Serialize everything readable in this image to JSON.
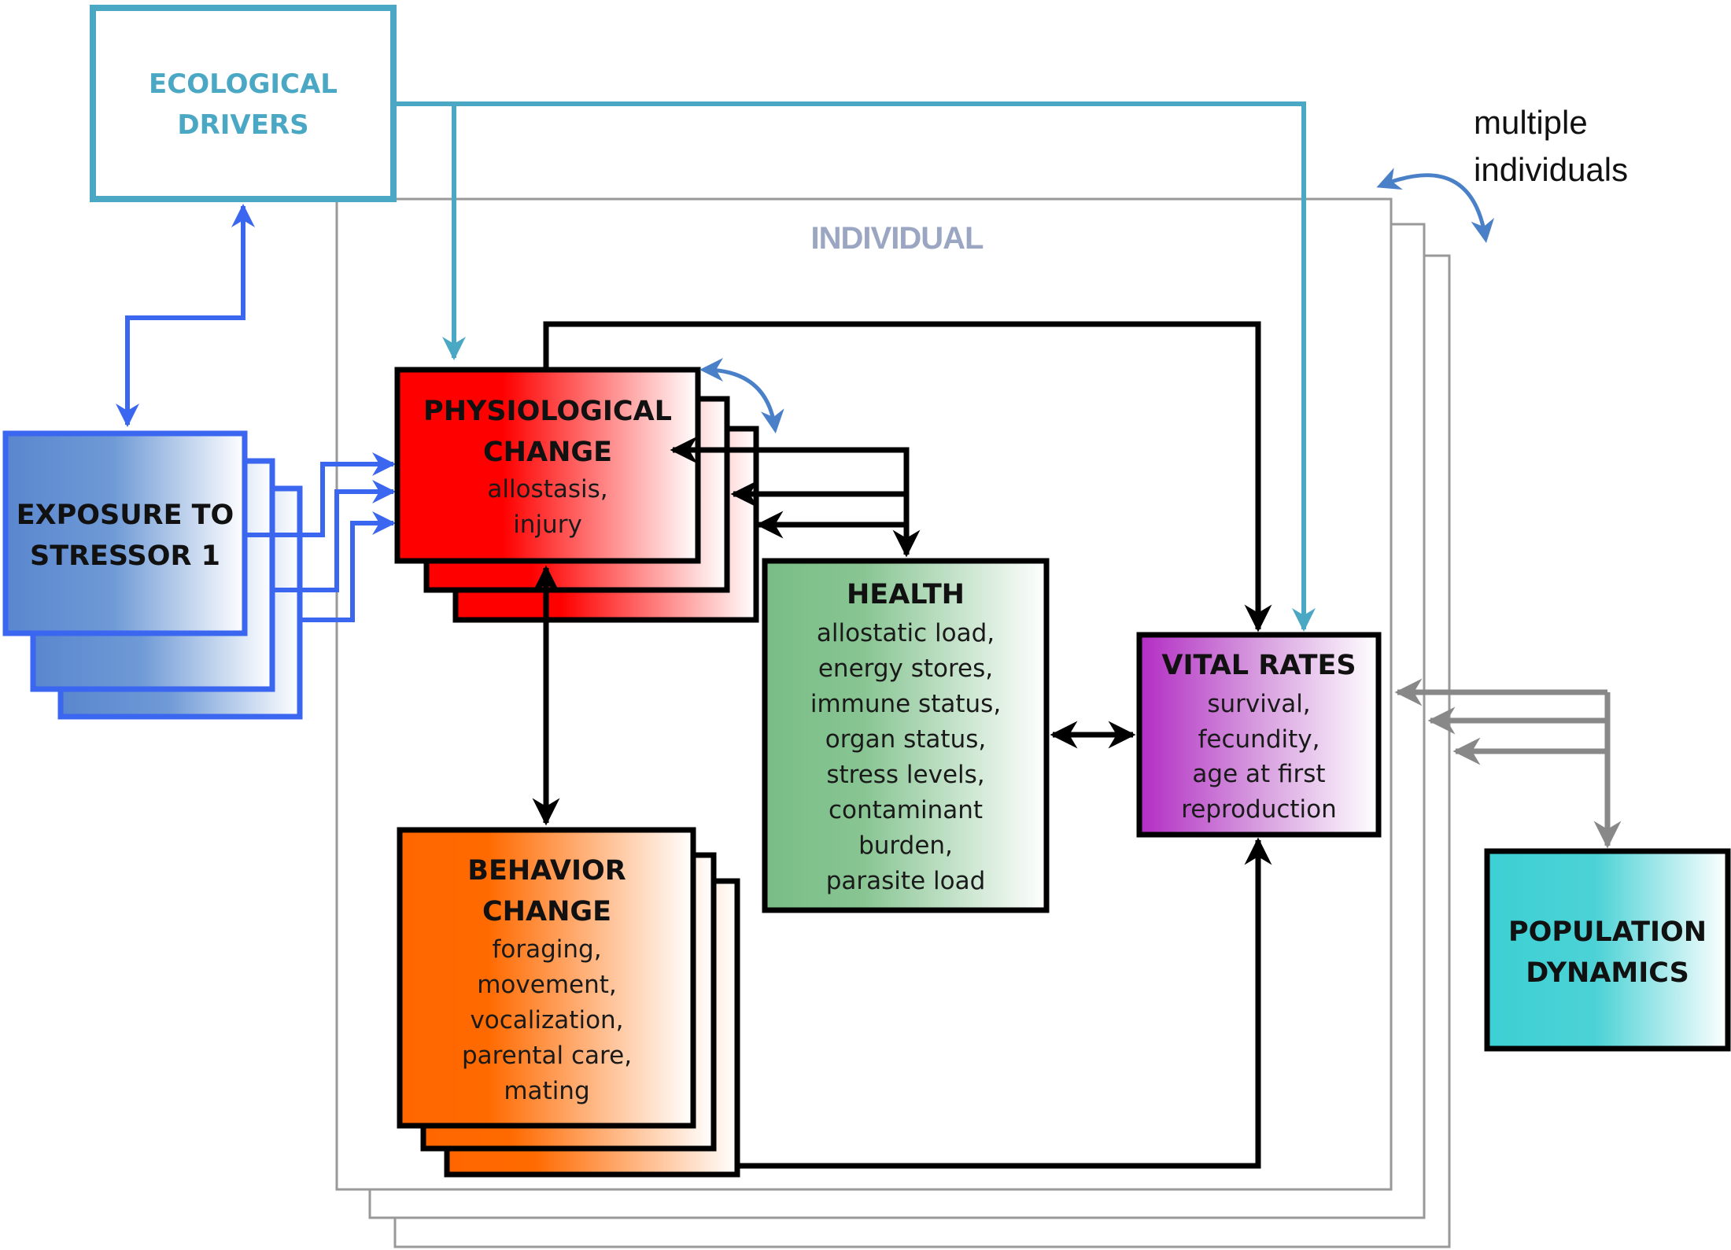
{
  "diagram": {
    "ecological_drivers": {
      "line1": "ECOLOGICAL",
      "line2": "DRIVERS"
    },
    "individual_label": "INDIVIDUAL",
    "multiple_individuals": {
      "line1": "multiple",
      "line2": "individuals"
    },
    "exposure": {
      "line1": "EXPOSURE TO",
      "line2": "STRESSOR 1"
    },
    "physiological": {
      "title1": "PHYSIOLOGICAL",
      "title2": "CHANGE",
      "items": [
        "allostasis,",
        "injury"
      ]
    },
    "health": {
      "title": "HEALTH",
      "items": [
        "allostatic load,",
        "energy stores,",
        "immune status,",
        "organ status,",
        "stress levels,",
        "contaminant",
        "burden,",
        "parasite load"
      ]
    },
    "vital_rates": {
      "title": "VITAL RATES",
      "items": [
        "survival,",
        "fecundity,",
        "age at first",
        "reproduction"
      ]
    },
    "behavior": {
      "title1": "BEHAVIOR",
      "title2": "CHANGE",
      "items": [
        "foraging,",
        "movement,",
        "vocalization,",
        "parental care,",
        "mating"
      ]
    },
    "population": {
      "line1": "POPULATION",
      "line2": "DYNAMICS"
    },
    "colors": {
      "ecological": "#4aa8c4",
      "exposure_arrow": "#3a66f0",
      "exposure_fill": "#5588cc",
      "physiological_fill": "#ff0000",
      "health_fill": "#7fc08a",
      "vital_fill": "#b030c0",
      "behavior_fill": "#ff6a00",
      "population_fill": "#3cd0d4",
      "population_arrow": "#888888",
      "individual_frame": "#999999",
      "curved_arrow": "#4a80c8"
    }
  }
}
